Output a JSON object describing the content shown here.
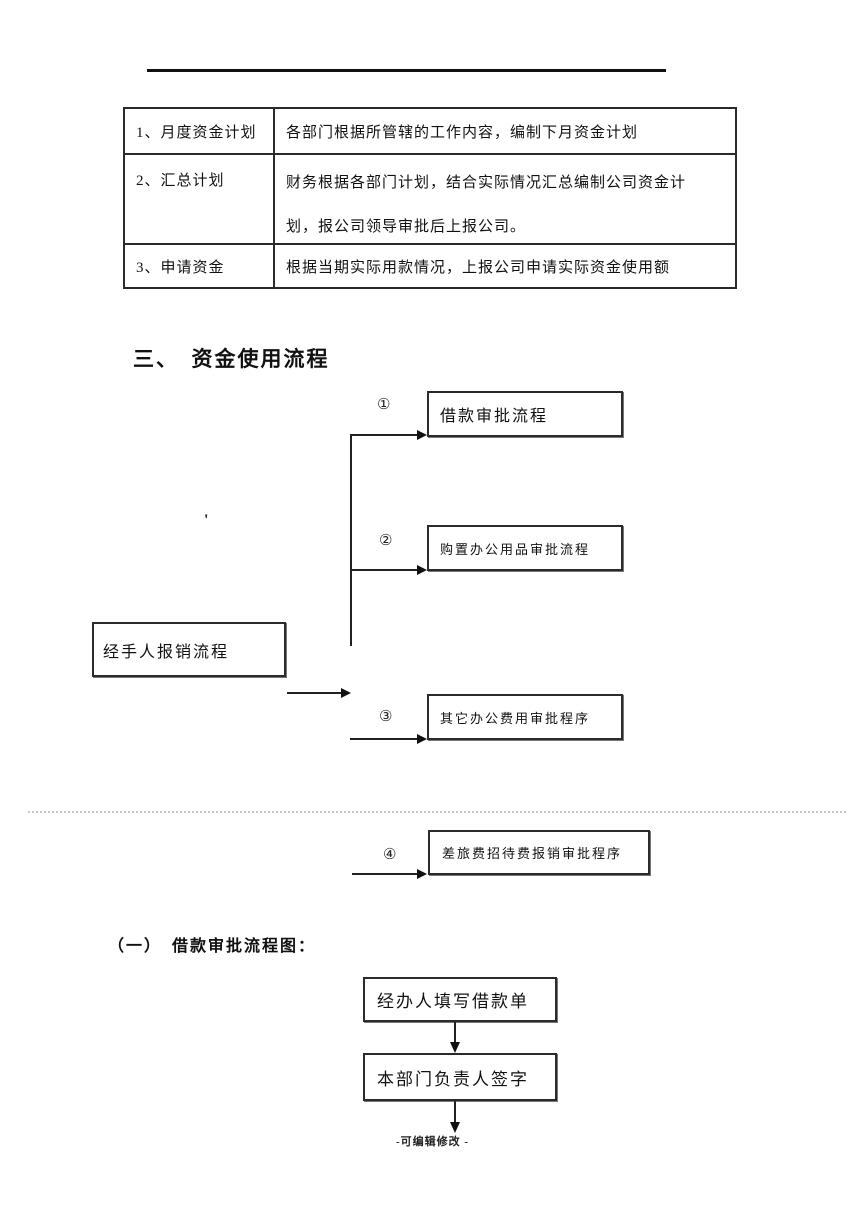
{
  "table": {
    "rows": [
      {
        "label": "1、月度资金计划",
        "desc": [
          "各部门根据所管辖的工作内容，编制下月资金计划"
        ]
      },
      {
        "label": "2、汇总计划",
        "desc": [
          "财务根据各部门计划，结合实际情况汇总编制公司资金计",
          "划，报公司领导审批后上报公司。"
        ]
      },
      {
        "label": "3、申请资金",
        "desc": [
          "根据当期实际用款情况，上报公司申请实际资金使用额"
        ]
      }
    ]
  },
  "sections": {
    "heading": "三、　资金使用流程",
    "sub_heading": "（一）　借款审批流程图："
  },
  "flowchart": {
    "source_box": "经手人报销流程",
    "stray_mark": "'",
    "branches": [
      {
        "num": "①",
        "label": "借款审批流程"
      },
      {
        "num": "②",
        "label": "购置办公用品审批流程"
      },
      {
        "num": "③",
        "label": "其它办公费用审批程序"
      },
      {
        "num": "④",
        "label": "差旅费招待费报销审批程序"
      }
    ]
  },
  "loan_flow": {
    "steps": [
      "经办人填写借款单",
      "本部门负责人签字"
    ]
  },
  "footer": {
    "note": "-可编辑修改 -"
  }
}
